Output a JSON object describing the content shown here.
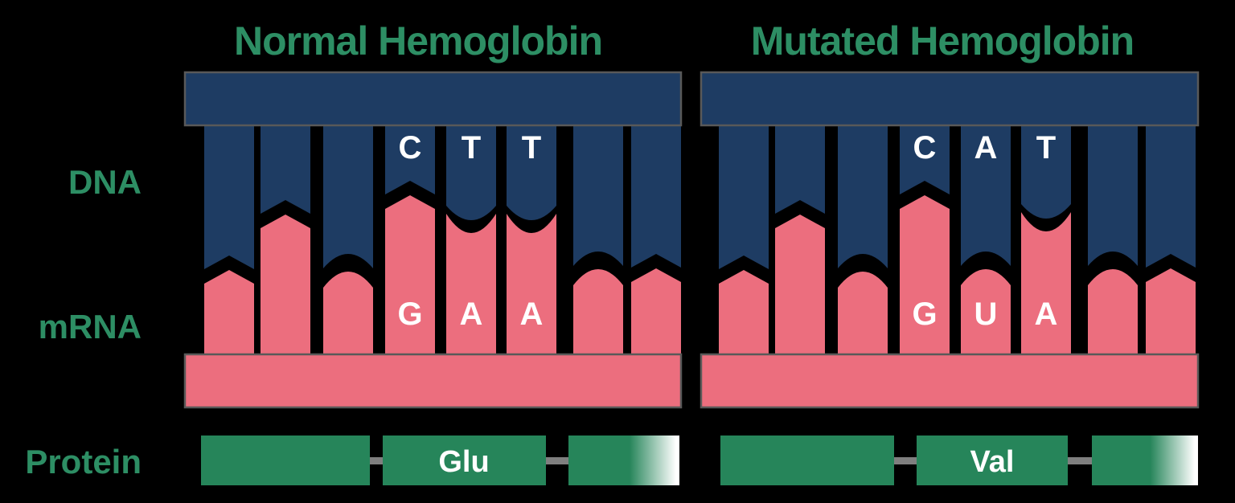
{
  "figure": {
    "background": "#000000",
    "colors": {
      "dna_strand": "#1e3c63",
      "mrna_strand": "#ec6e7e",
      "green_text": "#2d8e64",
      "protein_block": "#26855a",
      "protein_fade_end": "#ffffff",
      "connector_gray": "#7f7f7f",
      "backbone_border": "#595959",
      "letter_white": "#ffffff"
    },
    "row_labels": [
      {
        "id": "dna",
        "text": "DNA"
      },
      {
        "id": "mrna",
        "text": "mRNA"
      },
      {
        "id": "protein",
        "text": "Protein"
      }
    ],
    "panels": [
      {
        "id": "normal",
        "title": "Normal Hemoglobin",
        "dna_codon": [
          "C",
          "T",
          "T"
        ],
        "mrna_codon": [
          "G",
          "A",
          "A"
        ],
        "protein_label": "Glu",
        "teeth": [
          {
            "joint": 335,
            "shape": "point"
          },
          {
            "joint": 266,
            "shape": "point"
          },
          {
            "joint": 334,
            "shape": "round"
          },
          {
            "joint": 242,
            "shape": "point"
          },
          {
            "joint": 256,
            "shape": "round-inv"
          },
          {
            "joint": 256,
            "shape": "round-inv"
          },
          {
            "joint": 331,
            "shape": "round"
          },
          {
            "joint": 333,
            "shape": "point"
          }
        ]
      },
      {
        "id": "mutated",
        "title": "Mutated Hemoglobin",
        "dna_codon": [
          "C",
          "A",
          "T"
        ],
        "mrna_codon": [
          "G",
          "U",
          "A"
        ],
        "protein_label": "Val",
        "teeth": [
          {
            "joint": 335,
            "shape": "point"
          },
          {
            "joint": 266,
            "shape": "point"
          },
          {
            "joint": 334,
            "shape": "round"
          },
          {
            "joint": 242,
            "shape": "point"
          },
          {
            "joint": 331,
            "shape": "round"
          },
          {
            "joint": 254,
            "shape": "round-inv"
          },
          {
            "joint": 331,
            "shape": "round"
          },
          {
            "joint": 333,
            "shape": "point"
          }
        ]
      }
    ]
  }
}
